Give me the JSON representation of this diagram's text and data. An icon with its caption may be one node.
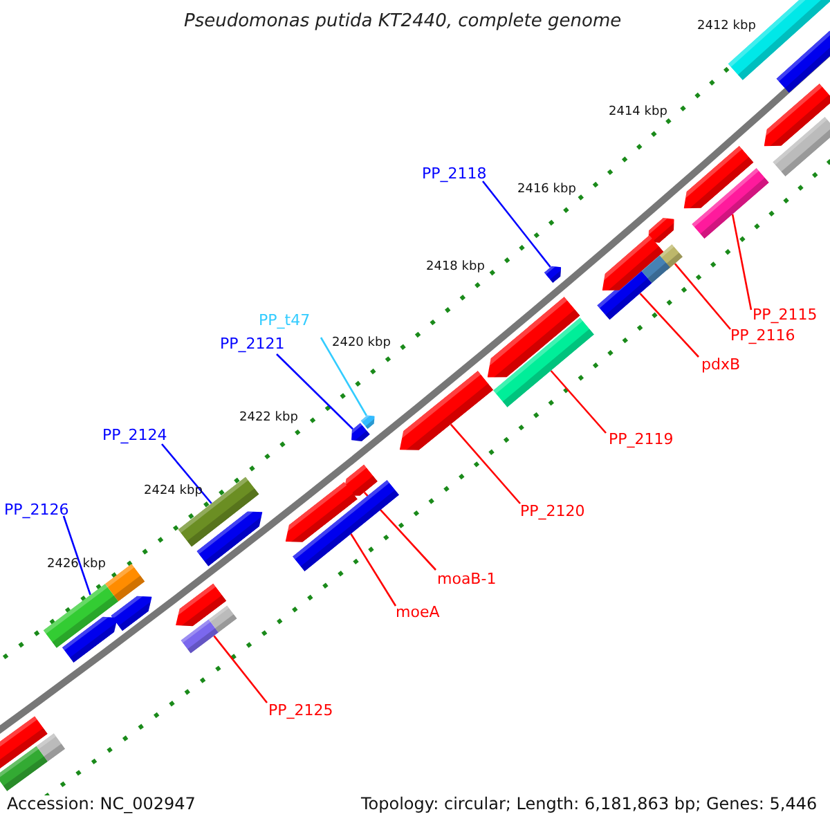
{
  "diagram": {
    "title": "Pseudomonas putida KT2440, complete genome",
    "nodes": [
      {
        "text": [
          "PP_2115"
        ]
      },
      {
        "text": [
          "PP_2116"
        ]
      },
      {
        "text": [
          "pdxB"
        ]
      },
      {
        "text": [
          "PP_2118"
        ]
      },
      {
        "text": [
          "PP_2119"
        ]
      },
      {
        "text": [
          "PP_t47"
        ]
      },
      {
        "text": [
          "PP_2121"
        ]
      },
      {
        "text": [
          "PP_2120"
        ]
      },
      {
        "text": [
          "moaB-1"
        ]
      },
      {
        "text": [
          "moeA"
        ]
      },
      {
        "text": [
          "PP_2124"
        ]
      },
      {
        "text": [
          "PP_2126"
        ]
      },
      {
        "text": [
          "PP_2125"
        ]
      },
      {
        "text": [],
        "shape": "bar"
      },
      {
        "text": [],
        "shape": "bar"
      },
      {
        "text": [],
        "shape": "bar"
      },
      {
        "text": [],
        "shape": "bar"
      },
      {
        "text": [],
        "shape": "bar"
      },
      {
        "text": [],
        "shape": "bar"
      },
      {
        "text": [],
        "shape": "bar"
      },
      {
        "text": [],
        "shape": "bar"
      },
      {
        "text": [],
        "shape": "bar"
      },
      {
        "text": [],
        "shape": "bar"
      },
      {
        "text": [],
        "shape": "bar"
      },
      {
        "text": [],
        "shape": "bar"
      },
      {
        "text": [],
        "shape": "bar"
      },
      {
        "text": [],
        "shape": "bar"
      },
      {
        "text": [],
        "shape": "bar"
      },
      {
        "text": [],
        "shape": "bar"
      },
      {
        "text": [],
        "shape": "bar"
      },
      {
        "text": [],
        "shape": "bar"
      },
      {
        "text": [],
        "shape": "bar"
      },
      {
        "text": [],
        "shape": "bar"
      },
      {
        "text": [],
        "shape": "bar"
      },
      {
        "text": [],
        "shape": "bar"
      },
      {
        "text": [],
        "shape": "bar"
      },
      {
        "text": [],
        "shape": "bar"
      },
      {
        "text": [],
        "shape": "bar"
      },
      {
        "text": [],
        "shape": "bar"
      },
      {
        "text": [],
        "shape": "bar"
      },
      {
        "text": [],
        "shape": "bar"
      },
      {
        "text": [],
        "shape": "bar"
      }
    ],
    "edges": [
      {
        "from": 0,
        "to": 13,
        "arrow": "none"
      },
      {
        "from": 1,
        "to": 14,
        "arrow": "none"
      },
      {
        "from": 2,
        "to": 15,
        "arrow": "none"
      },
      {
        "from": 3,
        "to": 16,
        "arrow": "none",
        "color": "#0000ff"
      },
      {
        "from": 4,
        "to": 17,
        "arrow": "none"
      },
      {
        "from": 5,
        "to": 18,
        "arrow": "none",
        "color": "#33ccff"
      },
      {
        "from": 6,
        "to": 19,
        "arrow": "none",
        "color": "#0000ff"
      },
      {
        "from": 7,
        "to": 20,
        "arrow": "none"
      },
      {
        "from": 8,
        "to": 21,
        "arrow": "none"
      },
      {
        "from": 9,
        "to": 22,
        "arrow": "none"
      },
      {
        "from": 10,
        "to": 23,
        "arrow": "none",
        "color": "#0000ff"
      },
      {
        "from": 11,
        "to": 24,
        "arrow": "none",
        "color": "#0000ff"
      },
      {
        "from": 12,
        "to": 25,
        "arrow": "none"
      }
    ],
    "labels": [
      "2412 kbp",
      "2414 kbp",
      "2416 kbp",
      "2418 kbp",
      "2420 kbp",
      "2422 kbp",
      "2424 kbp",
      "2426 kbp",
      "Accession: NC_002947",
      "Topology: circular; Length: 6,181,863 bp; Genes: 5,446"
    ]
  }
}
